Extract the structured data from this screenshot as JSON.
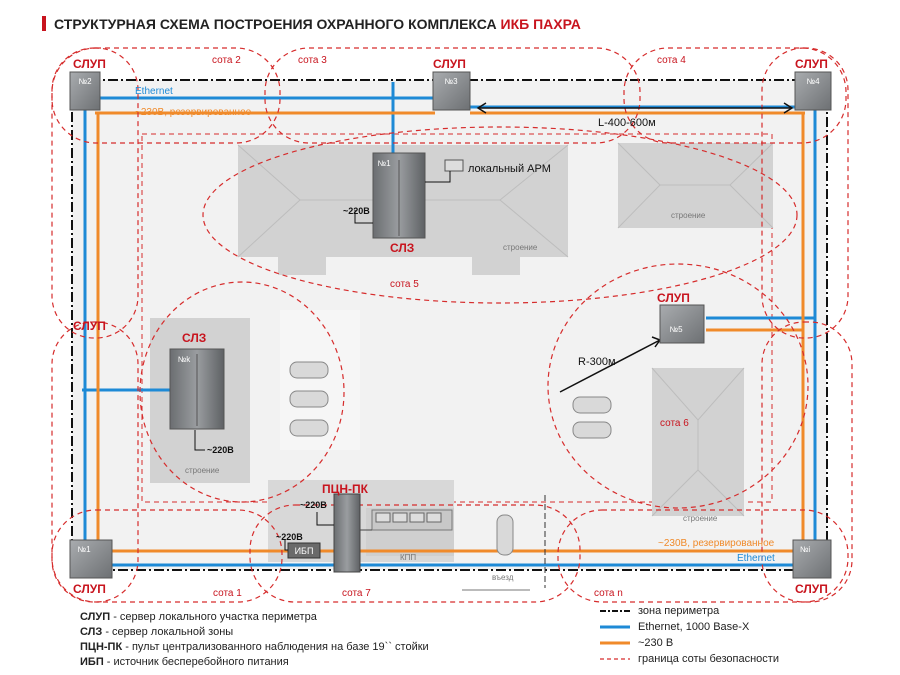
{
  "title": {
    "prefix": "СТРУКТУРНАЯ СХЕМА ПОСТРОЕНИЯ ОХРАННОГО КОМПЛЕКСА ",
    "accent": "ИКБ ПАХРА"
  },
  "colors": {
    "red": "#c8141e",
    "blue": "#1e8ad6",
    "orange": "#f08a2a",
    "gray": "#8a8d90",
    "dash": "#d62c2c",
    "building": "#d2d2d2",
    "zone": "#efefef"
  },
  "nodes": {
    "slup_label": "СЛУП",
    "slz_label": "СЛЗ",
    "pcn_label": "ПЦН-ПК",
    "n1": "№1",
    "n2": "№2",
    "n3": "№3",
    "n4": "№4",
    "n5": "№5",
    "ni": "№i",
    "nk": "№k",
    "srv_top": "№1"
  },
  "labels": {
    "ethernet": "Ethernet",
    "power_reserved": "~230В, резервированное",
    "power_220": "~220В",
    "distance": "L-400-600м",
    "radius": "R-300м",
    "arm": "локальный АРМ",
    "building": "строение",
    "kpp": "КПП",
    "entrance": "въезд",
    "ibp": "ИБП"
  },
  "zones": {
    "z1": "сота 1",
    "z2": "сота 2",
    "z3": "сота 3",
    "z4": "сота 4",
    "z5": "сота 5",
    "z6": "сота 6",
    "z7": "сота 7",
    "zn": "сота n"
  },
  "legend_left": [
    {
      "abbr": "СЛУП",
      "text": " - сервер локального участка периметра"
    },
    {
      "abbr": "СЛЗ",
      "text": " - сервер локальной зоны"
    },
    {
      "abbr": "ПЦН-ПК",
      "text": " - пульт централизованного наблюдения на базе 19`` стойки"
    },
    {
      "abbr": "ИБП",
      "text": " - источник бесперебойного питания"
    }
  ],
  "legend_right": [
    {
      "key": "perimeter",
      "text": "зона периметра"
    },
    {
      "key": "ethernet",
      "text": "Ethernet, 1000 Base-X"
    },
    {
      "key": "power",
      "text": "~230 В"
    },
    {
      "key": "border",
      "text": "граница соты безопасности"
    }
  ]
}
